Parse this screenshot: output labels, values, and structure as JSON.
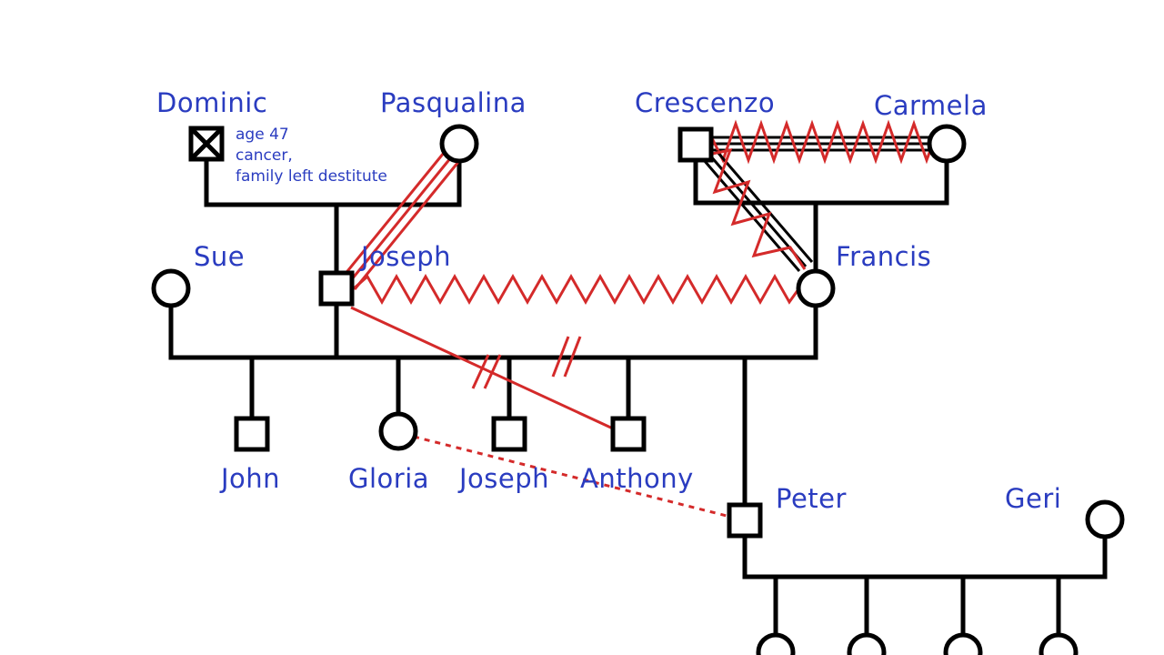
{
  "colors": {
    "ink": "#000000",
    "label": "#2a3cc0",
    "relation": "#d42a2a",
    "background": "#ffffff"
  },
  "people": {
    "dominic": {
      "name": "Dominic",
      "note": [
        "age 47",
        "cancer,",
        "family left destitute"
      ]
    },
    "pasqualina": {
      "name": "Pasqualina"
    },
    "crescenzo": {
      "name": "Crescenzo"
    },
    "carmela": {
      "name": "Carmela"
    },
    "sue": {
      "name": "Sue"
    },
    "joseph_sr": {
      "name": "Joseph"
    },
    "francis": {
      "name": "Francis"
    },
    "john": {
      "name": "John"
    },
    "gloria": {
      "name": "Gloria"
    },
    "joseph_jr": {
      "name": "Joseph"
    },
    "anthony": {
      "name": "Anthony"
    },
    "peter": {
      "name": "Peter"
    },
    "geri": {
      "name": "Geri"
    }
  }
}
